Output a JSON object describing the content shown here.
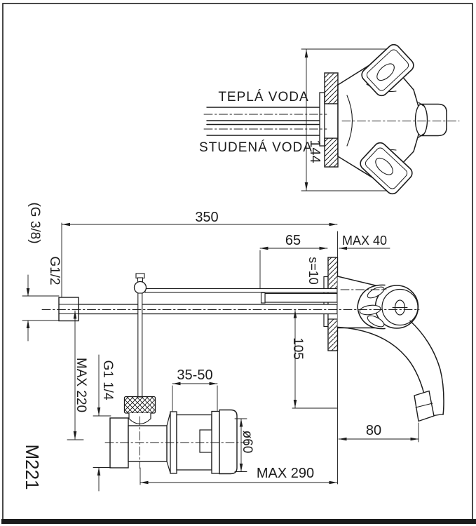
{
  "title": "Wall-mounted two-handle basin mixer technical drawing",
  "model": "M221",
  "front_view": {
    "hot_water": "TEPLÁ VODA",
    "cold_water": "STUDENÁ VODA",
    "height_dim": "144"
  },
  "side_view": {
    "width_dim": "350",
    "inlet_offset_dim": "65",
    "wall_thickness_dim": "MAX 40",
    "plate_thickness_dim": "s=10",
    "spout_drop_dim": "105",
    "spout_reach_dim": "80",
    "drain_reach_dim": "MAX 290",
    "rod_length_dim": "MAX 220",
    "inlet_thread_alt": "(G 3/8)",
    "inlet_thread": "G1/2",
    "drain_thread": "G1 1/4",
    "clamp_range_dim": "35-50",
    "drain_diameter_dim": "ø60"
  },
  "colors": {
    "line": "#1c1c1c",
    "background": "#ffffff"
  }
}
